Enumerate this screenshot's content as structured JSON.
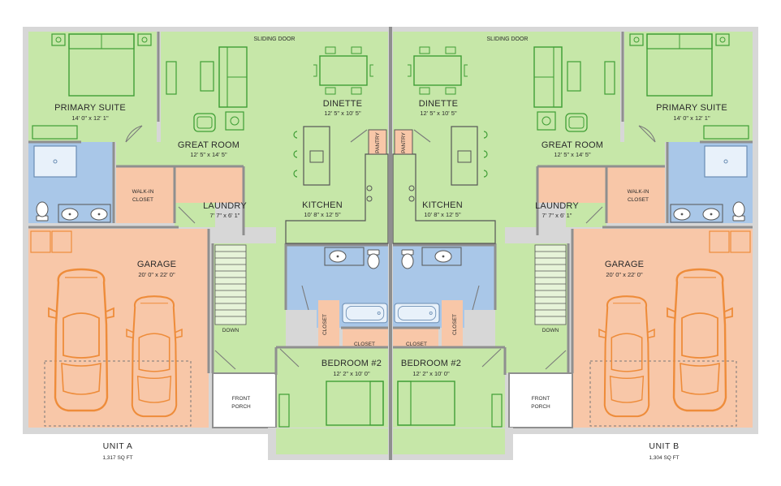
{
  "colors": {
    "green": "#c6e7a8",
    "green_line": "#5bb24a",
    "blue": "#a9c7e8",
    "salmon": "#f8c7a8",
    "car": "#ee8c3a",
    "wall": "#8f8f8f",
    "wall_fill": "#d7d7d7"
  },
  "units": [
    {
      "name": "UNIT A",
      "sqft": "1,317 SQ FT",
      "rooms": {
        "primary_suite": {
          "name": "PRIMARY SUITE",
          "dim": "14' 0\" x 12' 1\""
        },
        "great_room": {
          "name": "GREAT ROOM",
          "dim": "12' 5\" x 14' 5\""
        },
        "dinette": {
          "name": "DINETTE",
          "dim": "12' 5\" x 10' 5\""
        },
        "kitchen": {
          "name": "KITCHEN",
          "dim": "10' 8\" x 12' 5\""
        },
        "laundry": {
          "name": "LAUNDRY",
          "dim": "7' 7\" x 6' 1\""
        },
        "walk_in": {
          "line1": "WALK-IN",
          "line2": "CLOSET"
        },
        "garage": {
          "name": "GARAGE",
          "dim": "20' 0\" x 22' 0\""
        },
        "bedroom2": {
          "name": "BEDROOM #2",
          "dim": "12' 2\" x 10' 0\""
        },
        "pantry": "PANTRY",
        "closet_v": "CLOSET",
        "closet_h": "CLOSET",
        "sliding_door": "SLIDING DOOR",
        "down": "DOWN",
        "porch": {
          "line1": "FRONT",
          "line2": "PORCH"
        }
      }
    },
    {
      "name": "UNIT B",
      "sqft": "1,304 SQ FT",
      "rooms": {
        "primary_suite": {
          "name": "PRIMARY SUITE",
          "dim": "14' 0\" x 12' 1\""
        },
        "great_room": {
          "name": "GREAT ROOM",
          "dim": "12' 5\" x 14' 5\""
        },
        "dinette": {
          "name": "DINETTE",
          "dim": "12' 5\" x 10' 5\""
        },
        "kitchen": {
          "name": "KITCHEN",
          "dim": "10' 8\" x 12' 5\""
        },
        "laundry": {
          "name": "LAUNDRY",
          "dim": "7' 7\" x 6' 1\""
        },
        "walk_in": {
          "line1": "WALK-IN",
          "line2": "CLOSET"
        },
        "garage": {
          "name": "GARAGE",
          "dim": "20' 0\" x 22' 0\""
        },
        "bedroom2": {
          "name": "BEDROOM #2",
          "dim": "12' 2\" x 10' 0\""
        },
        "pantry": "PANTRY",
        "closet_v": "CLOSET",
        "closet_h": "CLOSET",
        "sliding_door": "SLIDING DOOR",
        "down": "DOWN",
        "porch": {
          "line1": "FRONT",
          "line2": "PORCH"
        }
      }
    }
  ]
}
